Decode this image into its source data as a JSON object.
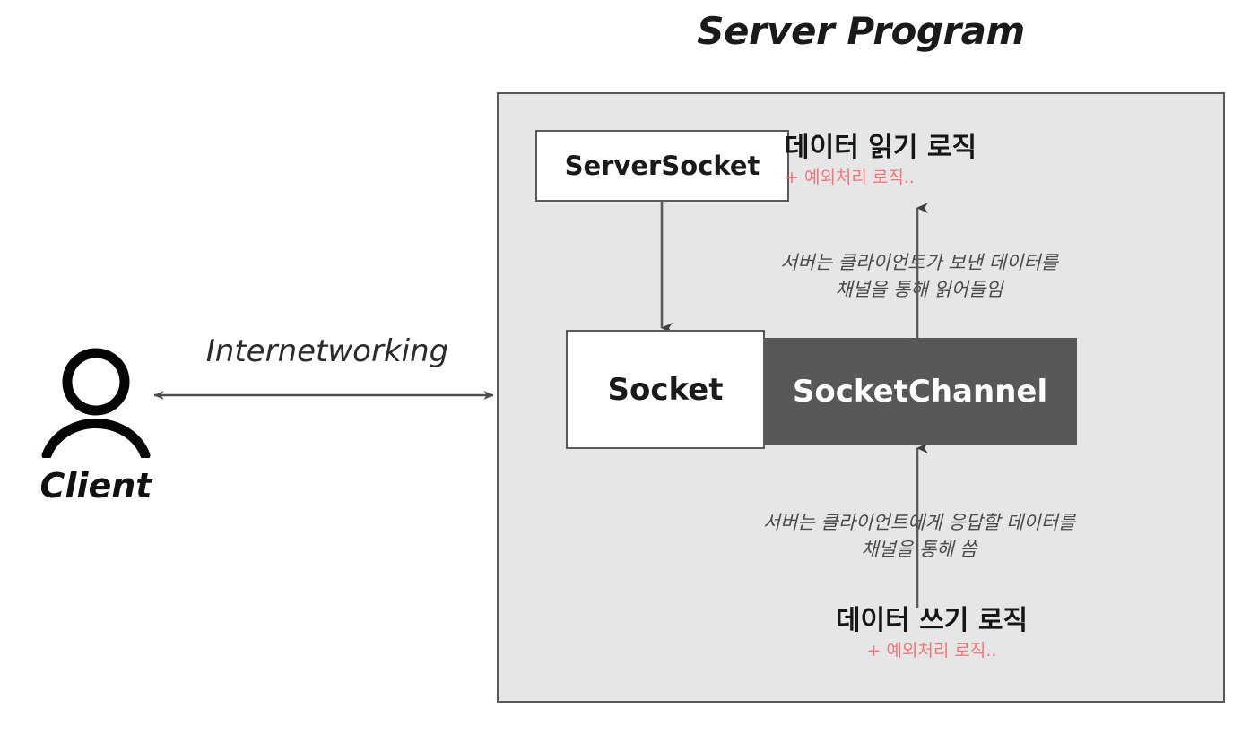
{
  "diagram": {
    "title": "Server Program",
    "client": {
      "label": "Client",
      "icon": "person-icon"
    },
    "link": {
      "label": "Internetworking",
      "arrow": "double-headed-arrow"
    },
    "nodes": {
      "server_socket": "ServerSocket",
      "socket": "Socket",
      "socket_channel": "SocketChannel"
    },
    "read_logic": {
      "title": "데이터 읽기 로직",
      "subtitle": "+ 예외처리 로직.."
    },
    "write_logic": {
      "title": "데이터 쓰기 로직",
      "subtitle": "+ 예외처리 로직.."
    },
    "read_note": {
      "line1": "서버는 클라이언트가 보낸 데이터를",
      "line2": "채널을 통해 읽어들임"
    },
    "write_note": {
      "line1": "서버는 클라이언트에게 응답할 데이터를",
      "line2": "채널을 통해 씀"
    },
    "colors": {
      "panel_fill": "#e6e6e6",
      "panel_border": "#595959",
      "channel_fill": "#585858",
      "box_fill": "#ffffff",
      "box_border": "#5a5a5a",
      "accent_red": "#f4767a",
      "text_dark": "#1a1a1a",
      "note_gray": "#4a4a4a",
      "arrow_gray": "#595959"
    }
  }
}
